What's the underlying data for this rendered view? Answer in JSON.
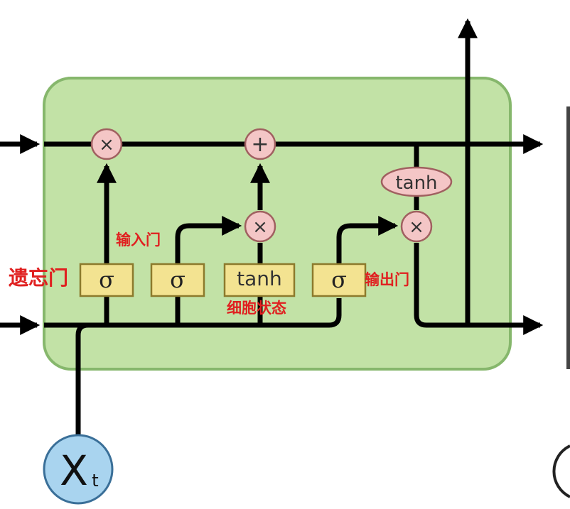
{
  "ops": {
    "multiply": "×",
    "add": "+"
  },
  "gates": {
    "sigma": "σ",
    "tanh": "tanh"
  },
  "input": {
    "symbol": "X",
    "subscript": "t"
  },
  "labels": {
    "forget_gate": "遗忘门",
    "input_gate": "输入门",
    "cell_state": "细胞状态",
    "output_gate": "输出门"
  },
  "colors": {
    "cell_fill": "#c2e2a6",
    "cell_border": "#86b76c",
    "op_fill": "#f4c6c6",
    "op_stroke": "#a06060",
    "gate_fill": "#f3e391",
    "gate_stroke": "#8c7a2c",
    "input_fill": "#a9d4ef",
    "input_stroke": "#3a6f98",
    "line": "#000000",
    "annotation": "#e02020"
  }
}
